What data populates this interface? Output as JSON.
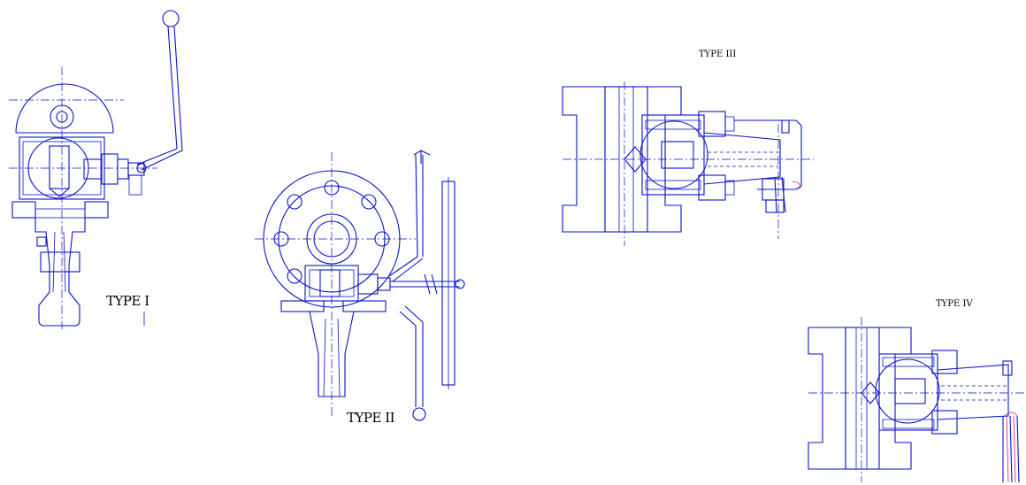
{
  "colors": {
    "line": "#0a14c8",
    "accent": "#d81a7a",
    "label": "#000000"
  },
  "labels": {
    "type1": "TYPE I",
    "type2": "TYPE II",
    "type3": "TYPE III",
    "type4": "TYPE IV"
  }
}
